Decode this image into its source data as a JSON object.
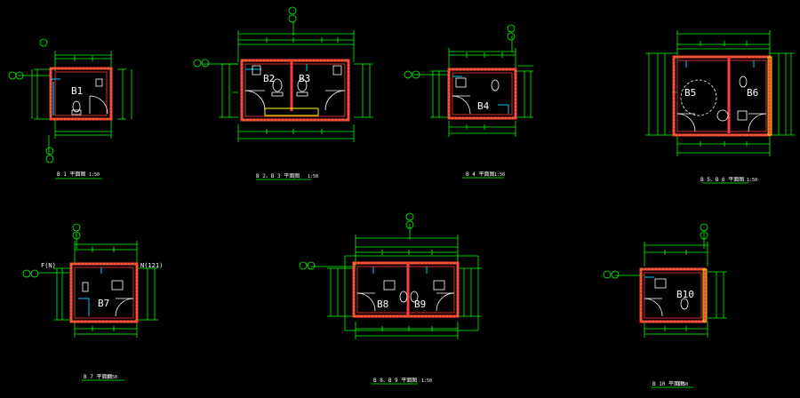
{
  "colors": {
    "background": "#000000",
    "dimension": "#00ff00",
    "wall": "#ff3a3a",
    "hatch": "#c8a020",
    "fixture": "#ffffff",
    "accent": "#00c8ff",
    "trim": "#ffff00"
  },
  "plans": [
    {
      "id": "p1",
      "rooms": [
        {
          "label": "B1"
        }
      ],
      "caption": "B 1 平面图",
      "scale": "1:50"
    },
    {
      "id": "p2",
      "rooms": [
        {
          "label": "B2"
        },
        {
          "label": "B3"
        }
      ],
      "caption": "B 2、B 3 平面图",
      "scale": "1:50"
    },
    {
      "id": "p3",
      "rooms": [
        {
          "label": "B4"
        }
      ],
      "caption": "B 4 平面图",
      "scale": "1:50"
    },
    {
      "id": "p4",
      "rooms": [
        {
          "label": "B5"
        },
        {
          "label": "B6"
        }
      ],
      "caption": "B 5、B 6 平面图",
      "scale": "1:50"
    },
    {
      "id": "p5",
      "rooms": [
        {
          "label": "B7"
        }
      ],
      "caption": "B 7 平面图",
      "scale": "1:50",
      "tags": [
        "F(N)",
        "N(121)"
      ]
    },
    {
      "id": "p6",
      "rooms": [
        {
          "label": "B8"
        },
        {
          "label": "B9"
        }
      ],
      "caption": "B 8、B 9 平面图",
      "scale": "1:50"
    },
    {
      "id": "p7",
      "rooms": [
        {
          "label": "B10"
        }
      ],
      "caption": "B 10 平面图",
      "scale": "1:50"
    }
  ]
}
